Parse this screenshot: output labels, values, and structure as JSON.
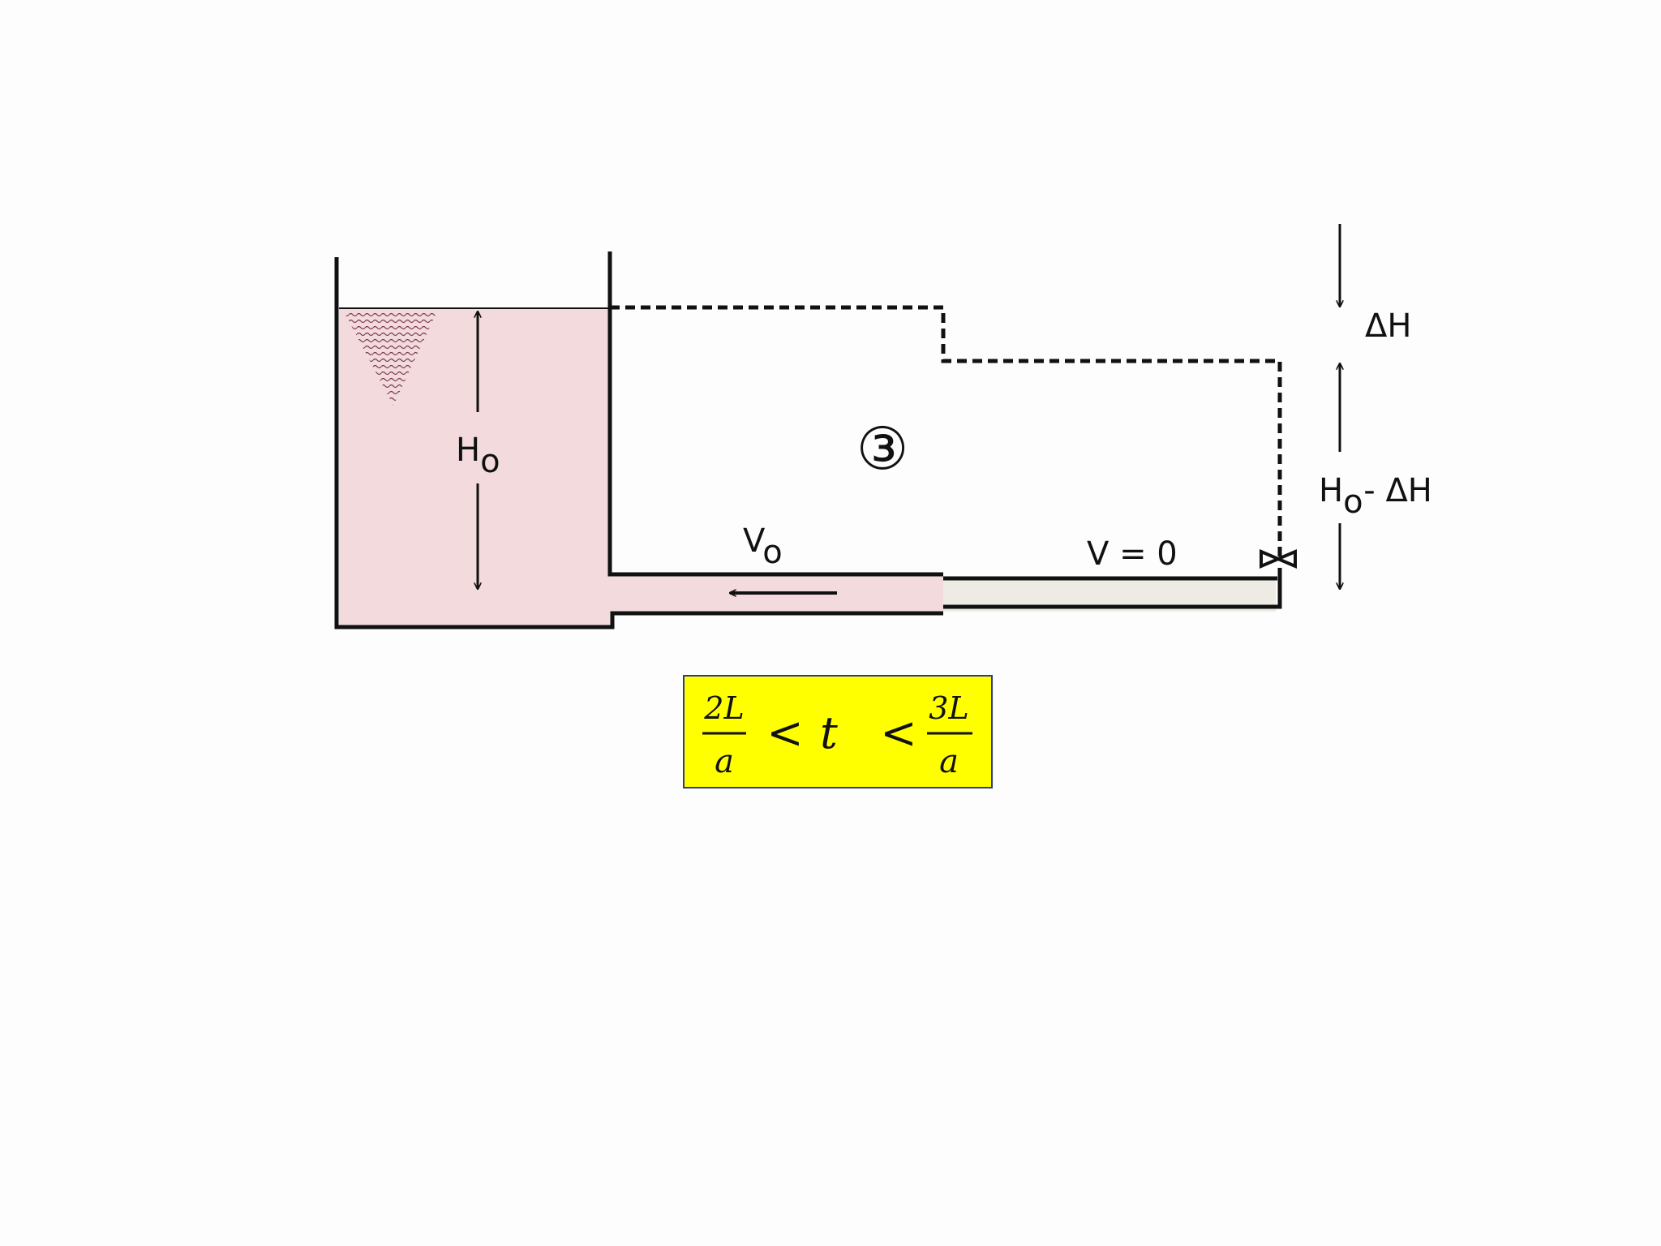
{
  "labels": {
    "head": {
      "main": "H",
      "sub": "o"
    },
    "velocity": {
      "main": "V",
      "sub": "o"
    },
    "zero_velocity": "V = 0",
    "stage_number": "③",
    "delta_h": "ΔH",
    "head_minus": {
      "main": "H",
      "sub": "o",
      "rest": "- ΔH"
    }
  },
  "formula": {
    "left_num": "2L",
    "left_den": "a",
    "lt1": "<",
    "var": "t",
    "lt2": "<",
    "right_num": "3L",
    "right_den": "a"
  },
  "colors": {
    "reservoir_water": "#f2dadd",
    "pipe_unaffected": "#f2dadd",
    "pipe_compressed": "#edebe3",
    "formula_bg": "#ffff00",
    "formula_border": "#2b3a8a",
    "lines": "#111111"
  },
  "icons": {
    "valve": "valve-icon",
    "water_surface": "water-ripple-icon"
  }
}
